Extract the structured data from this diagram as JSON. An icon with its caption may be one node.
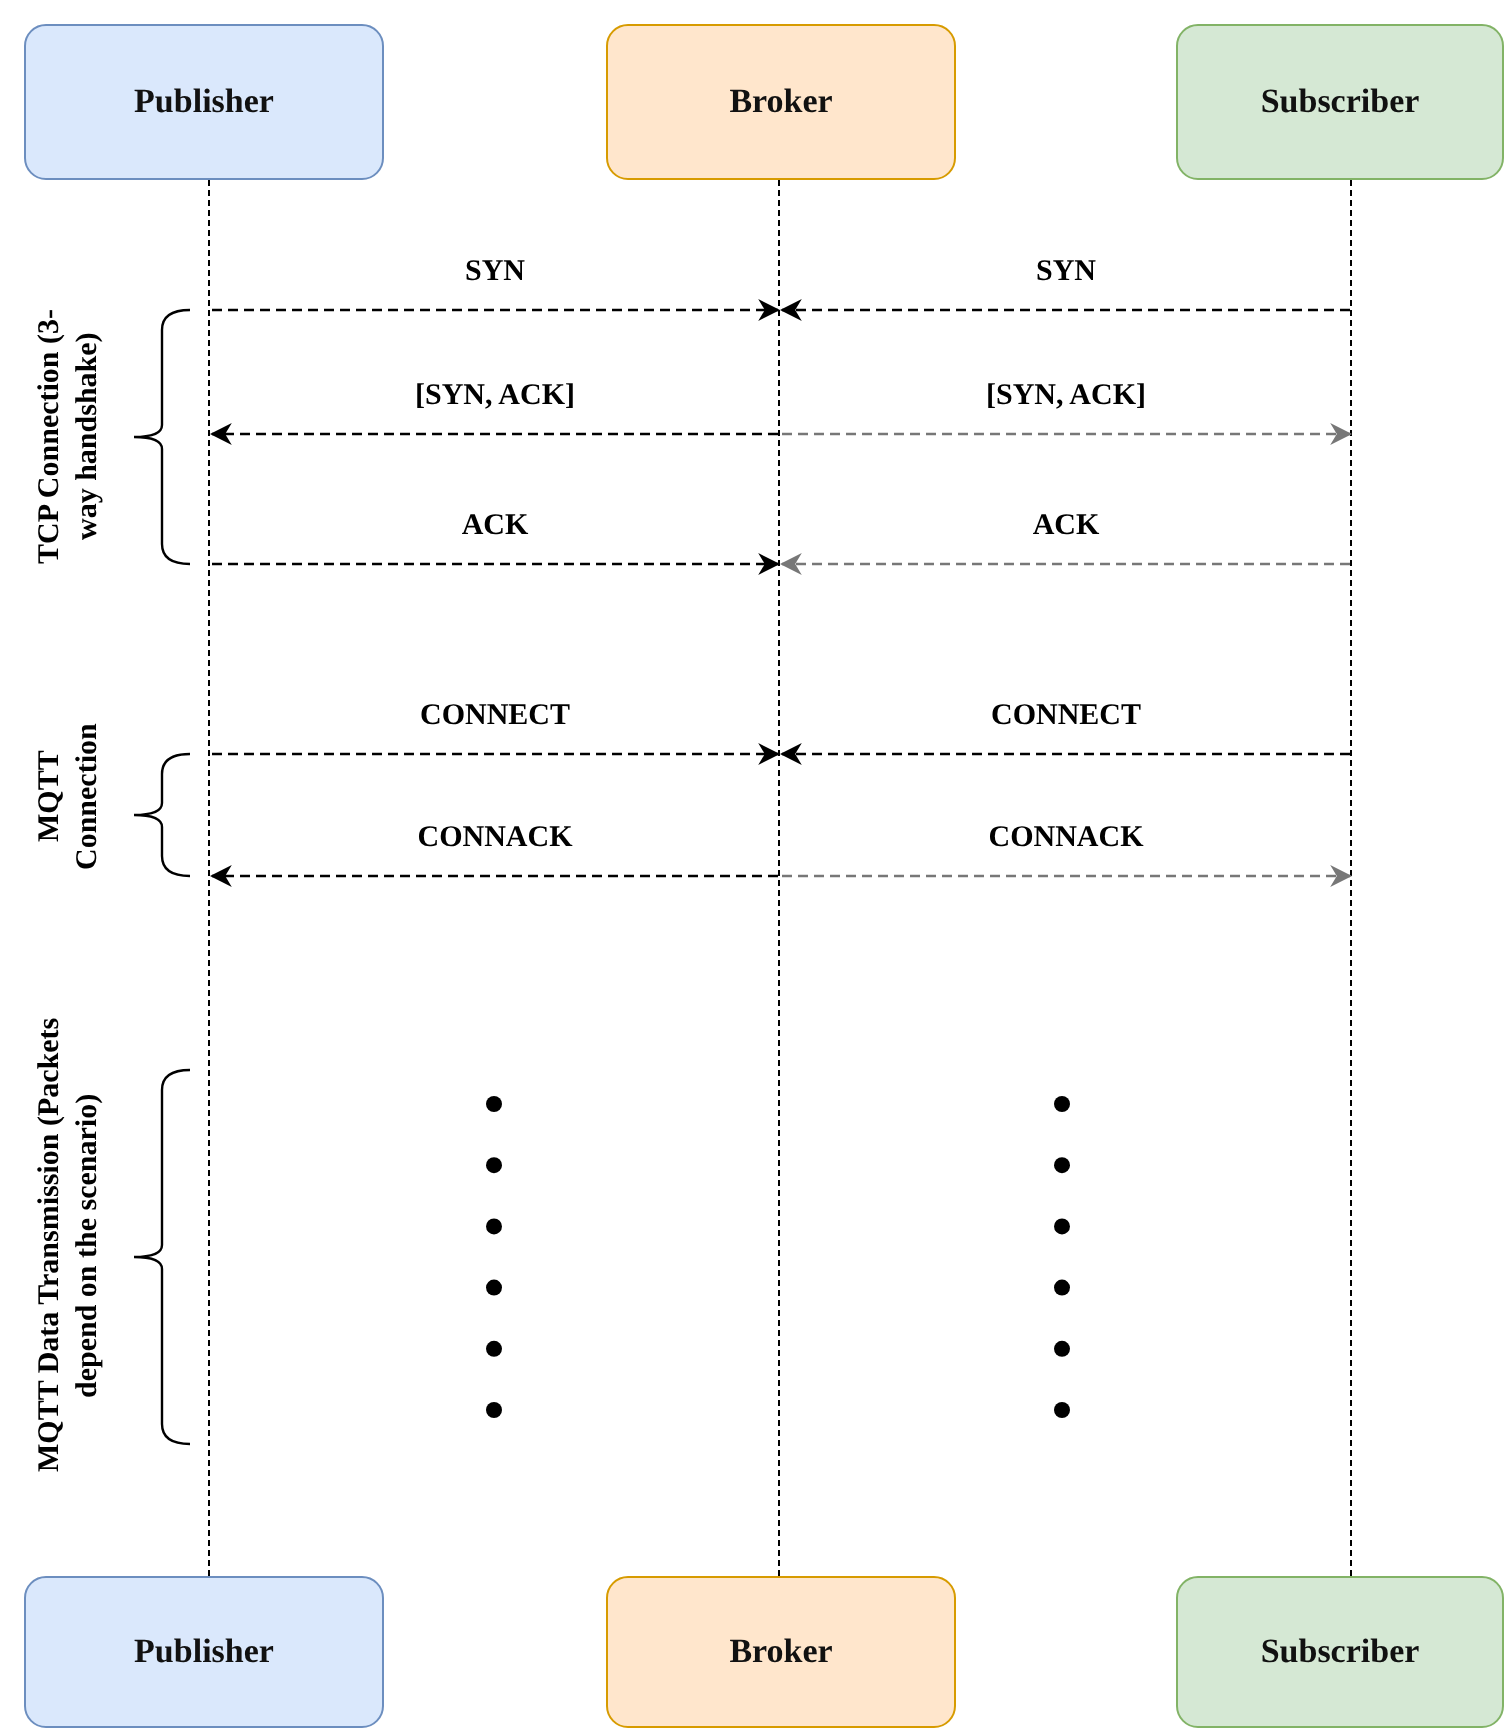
{
  "diagram": {
    "nodes": [
      {
        "text": [
          "Publisher"
        ]
      },
      {
        "text": [
          "Broker"
        ]
      },
      {
        "text": [
          "Subscriber"
        ]
      },
      {
        "text": [],
        "shape": "line"
      },
      {
        "text": [],
        "shape": "line"
      },
      {
        "text": [],
        "shape": "line"
      },
      {
        "text": [
          "Publisher"
        ]
      },
      {
        "text": [
          "Broker"
        ]
      },
      {
        "text": [
          "Subscriber"
        ]
      }
    ],
    "edges": [
      {
        "from": 3,
        "to": 4,
        "arrow": "to",
        "style": "dashed",
        "label": "SYN"
      },
      {
        "from": 5,
        "to": 4,
        "arrow": "to",
        "style": "dashed",
        "label": "SYN"
      },
      {
        "from": 4,
        "to": 3,
        "arrow": "to",
        "style": "dashed",
        "label": "[SYN, ACK]"
      },
      {
        "from": 4,
        "to": 5,
        "arrow": "to",
        "style": "dashed",
        "color": "#777777",
        "label": "[SYN, ACK]"
      },
      {
        "from": 3,
        "to": 4,
        "arrow": "to",
        "style": "dashed",
        "label": "ACK"
      },
      {
        "from": 5,
        "to": 4,
        "arrow": "to",
        "style": "dashed",
        "color": "#777777",
        "label": "ACK"
      },
      {
        "from": 3,
        "to": 4,
        "arrow": "to",
        "style": "dashed",
        "label": "CONNECT"
      },
      {
        "from": 5,
        "to": 4,
        "arrow": "to",
        "style": "dashed",
        "label": "CONNECT"
      },
      {
        "from": 4,
        "to": 3,
        "arrow": "to",
        "style": "dashed",
        "label": "CONNACK"
      },
      {
        "from": 4,
        "to": 5,
        "arrow": "to",
        "style": "dashed",
        "color": "#777777",
        "label": "CONNACK"
      }
    ],
    "labels": [
      "TCP Connection (3-way handshake)",
      "MQTT Connection",
      "MQTT Data Transmission (Packets depend on the scenario)"
    ]
  }
}
